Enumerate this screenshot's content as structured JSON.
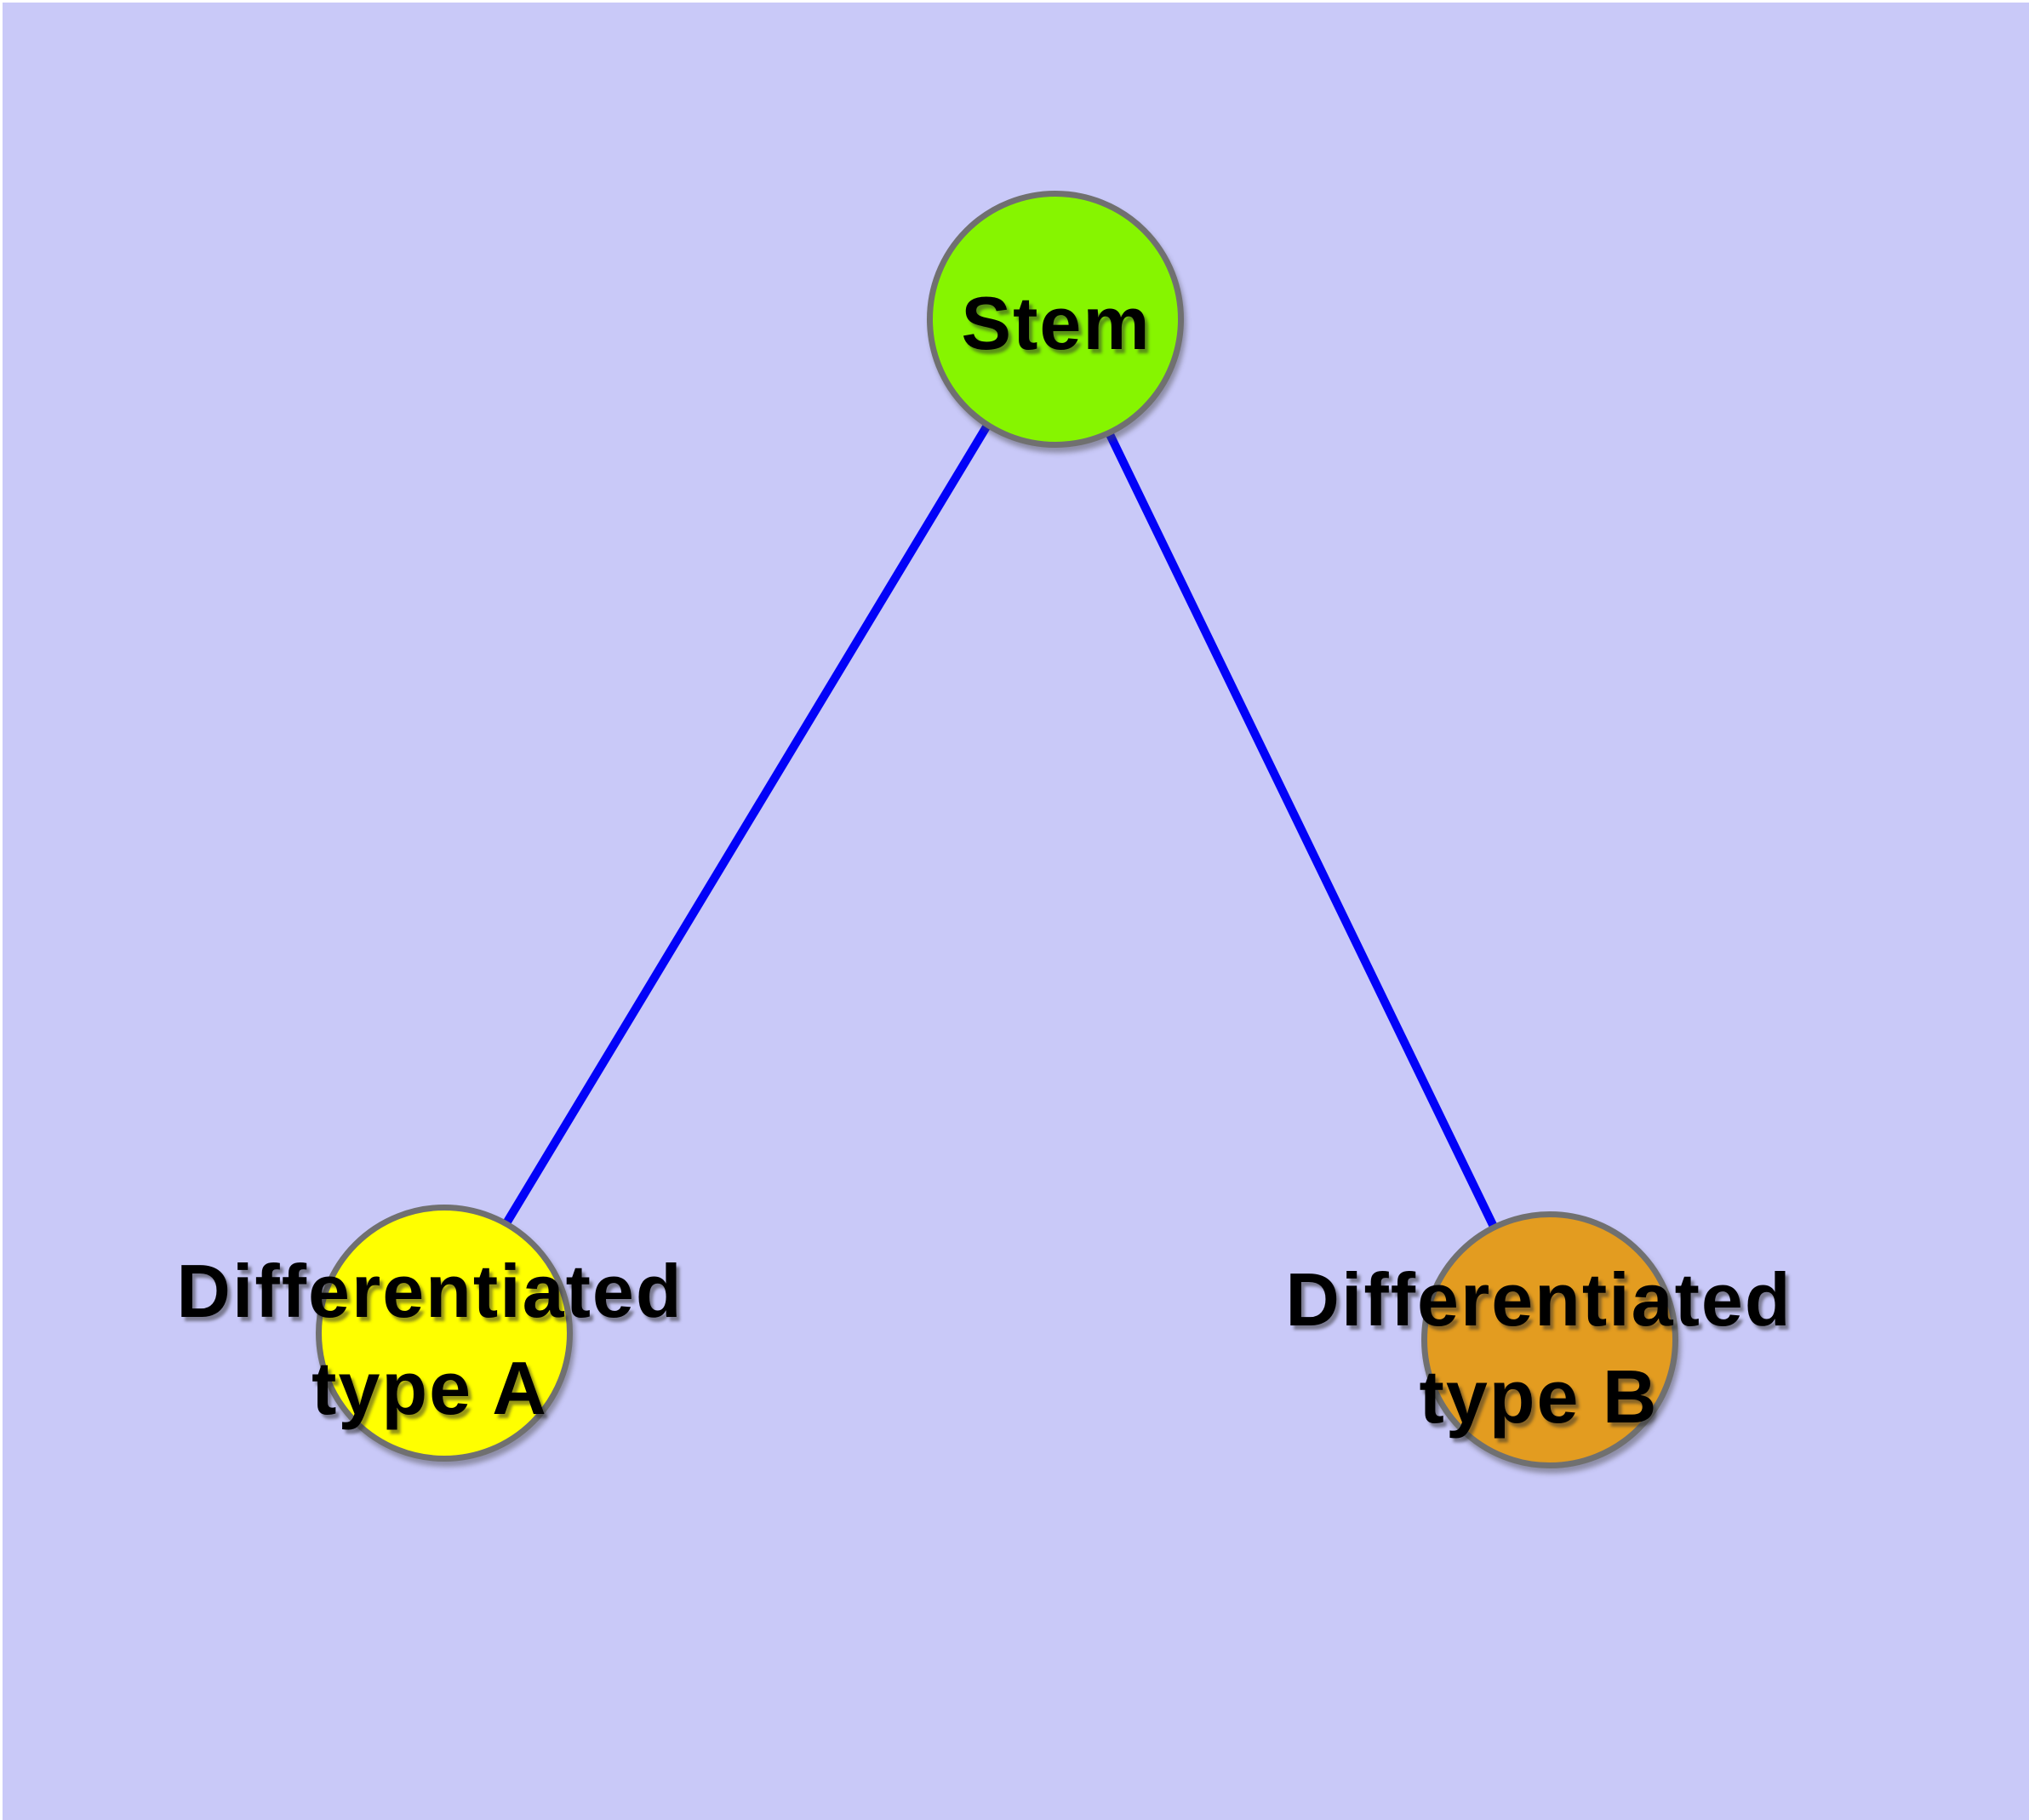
{
  "diagram": {
    "background_color": "#C9C9F8",
    "page_margin_color": "#FFFFFF",
    "edge_color": "#0202F8",
    "node_border_color": "#707070",
    "text_color": "#000000",
    "nodes": [
      {
        "id": "stem",
        "label": "Stem",
        "fill": "#86F500"
      },
      {
        "id": "diff-a",
        "label_line1": "Differentiated",
        "label_line2": "type A",
        "fill": "#FFFF00"
      },
      {
        "id": "diff-b",
        "label_line1": "Differentiated",
        "label_line2": "type B",
        "fill": "#E39C20"
      }
    ],
    "edges": [
      {
        "from": "Stem",
        "to": "Differentiated type A"
      },
      {
        "from": "Stem",
        "to": "Differentiated type B"
      }
    ]
  }
}
